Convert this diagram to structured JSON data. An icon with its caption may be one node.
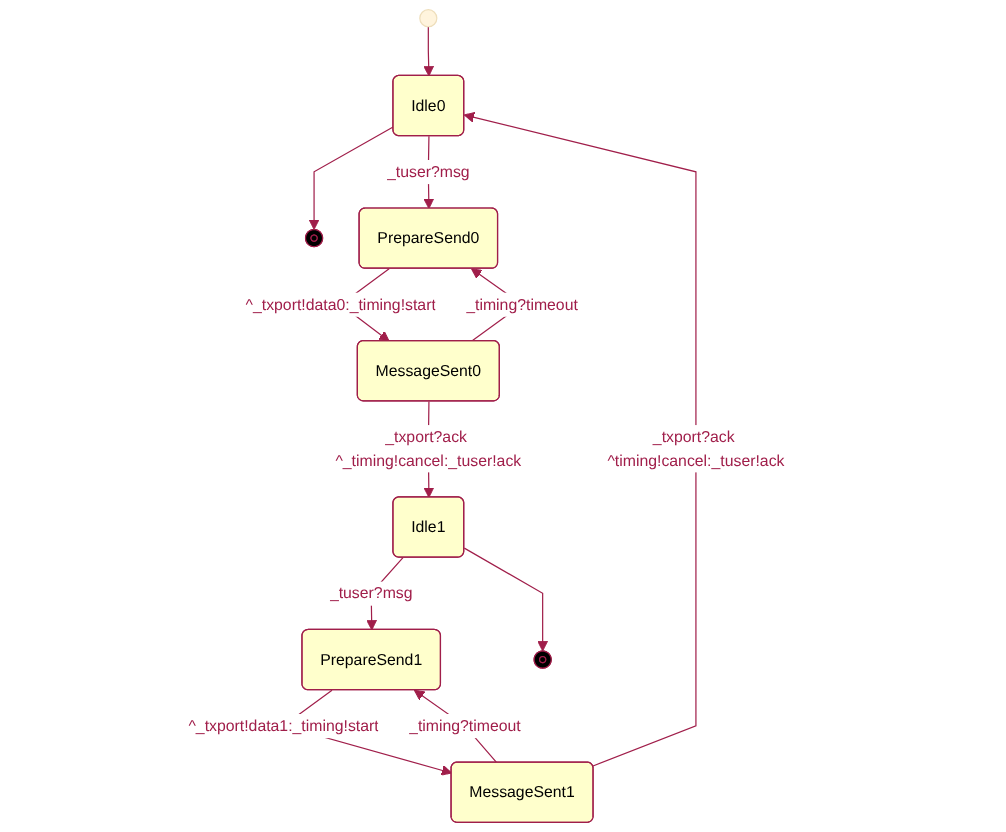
{
  "diagram": {
    "nodes": [
      {
        "text": [],
        "shape": "circle"
      },
      {
        "text": [
          "Idle0"
        ]
      },
      {
        "text": [],
        "shape": "bullseye"
      },
      {
        "text": [
          "PrepareSend0"
        ]
      },
      {
        "text": [
          "MessageSent1"
        ]
      },
      {
        "text": [
          "MessageSent0"
        ]
      },
      {
        "text": [
          "PrepareSend1"
        ]
      },
      {
        "text": [
          "Idle1"
        ]
      },
      {
        "text": [],
        "shape": "bullseye"
      }
    ],
    "edges": [
      {
        "from": 0,
        "to": 1,
        "arrow": "to"
      },
      {
        "from": 1,
        "to": 2,
        "arrow": "to"
      },
      {
        "from": 1,
        "to": 3,
        "arrow": "to",
        "label": "_tuser?msg"
      },
      {
        "from": 4,
        "to": 1,
        "arrow": "to",
        "label": "_txport?ack ^timing!cancel:_tuser!ack"
      },
      {
        "from": 3,
        "to": 5,
        "arrow": "to",
        "label": "^_txport!data0:_timing!start"
      },
      {
        "from": 5,
        "to": 3,
        "arrow": "to",
        "label": "_timing?timeout"
      },
      {
        "from": 5,
        "to": 7,
        "arrow": "to",
        "label": "_txport?ack ^_timing!cancel:_tuser!ack"
      },
      {
        "from": 7,
        "to": 6,
        "arrow": "to",
        "label": "_tuser?msg"
      },
      {
        "from": 7,
        "to": 8,
        "arrow": "to"
      },
      {
        "from": 6,
        "to": 4,
        "arrow": "to",
        "label": "^_txport!data1:_timing!start"
      },
      {
        "from": 4,
        "to": 6,
        "arrow": "to",
        "label": "_timing?timeout"
      }
    ]
  }
}
